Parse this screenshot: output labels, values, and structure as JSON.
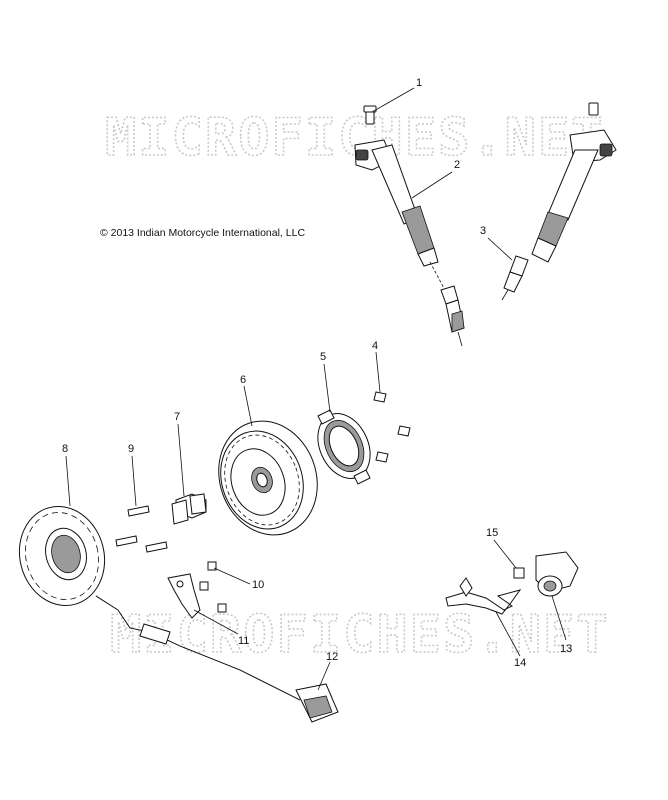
{
  "watermark": "MICROFICHES.NET",
  "copyright": "© 2013 Indian Motorcycle International, LLC",
  "callouts": [
    {
      "number": "1"
    },
    {
      "number": "2"
    },
    {
      "number": "3"
    },
    {
      "number": "4"
    },
    {
      "number": "5"
    },
    {
      "number": "6"
    },
    {
      "number": "7"
    },
    {
      "number": "8"
    },
    {
      "number": "9"
    },
    {
      "number": "10"
    },
    {
      "number": "11"
    },
    {
      "number": "12"
    },
    {
      "number": "13"
    },
    {
      "number": "14"
    },
    {
      "number": "15"
    }
  ]
}
